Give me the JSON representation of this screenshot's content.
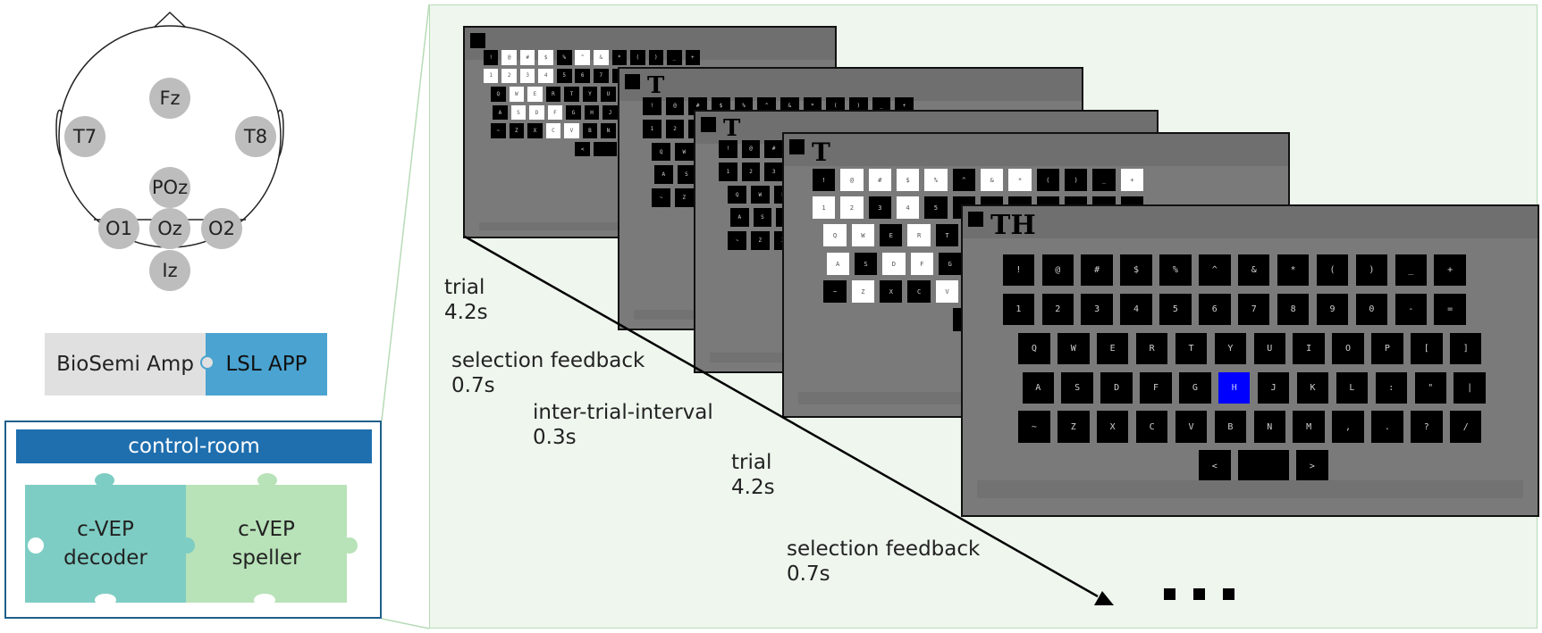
{
  "montage": {
    "electrodes": [
      {
        "label": "Fz"
      },
      {
        "label": "T7"
      },
      {
        "label": "T8"
      },
      {
        "label": "POz"
      },
      {
        "label": "O1"
      },
      {
        "label": "Oz"
      },
      {
        "label": "O2"
      },
      {
        "label": "Iz"
      }
    ]
  },
  "hardware": {
    "amplifier": "BioSemi Amp",
    "lsl": "LSL APP"
  },
  "control_room": {
    "title": "control-room",
    "decoder_line1": "c-VEP",
    "decoder_line2": "decoder",
    "speller_line1": "c-VEP",
    "speller_line2": "speller"
  },
  "timeline": {
    "events": [
      {
        "label": "trial",
        "duration": "4.2s"
      },
      {
        "label": "selection feedback",
        "duration": "0.7s"
      },
      {
        "label": "inter-trial-interval",
        "duration": "0.3s"
      },
      {
        "label": "trial",
        "duration": "4.2s"
      },
      {
        "label": "selection feedback",
        "duration": "0.7s"
      }
    ]
  },
  "screens": [
    {
      "text": ""
    },
    {
      "text": "T"
    },
    {
      "text": "T"
    },
    {
      "text": "T"
    },
    {
      "text": "TH"
    }
  ],
  "keyboard": {
    "rows": [
      [
        "!",
        "@",
        "#",
        "$",
        "%",
        "^",
        "&",
        "*",
        "(",
        ")",
        "_",
        "+"
      ],
      [
        "1",
        "2",
        "3",
        "4",
        "5",
        "6",
        "7",
        "8",
        "9",
        "0",
        "-",
        "="
      ],
      [
        "Q",
        "W",
        "E",
        "R",
        "T",
        "Y",
        "U",
        "I",
        "O",
        "P",
        "[",
        "]"
      ],
      [
        "A",
        "S",
        "D",
        "F",
        "G",
        "H",
        "J",
        "K",
        "L",
        ":",
        "\"",
        "|"
      ],
      [
        "~",
        "Z",
        "X",
        "C",
        "V",
        "B",
        "N",
        "M",
        ",",
        ".",
        "?",
        "/"
      ],
      [
        "<",
        "",
        ">"
      ]
    ],
    "highlighted_key": "H",
    "highlight_color": "#0000ff"
  },
  "colors": {
    "lsl": "#4aa3d0",
    "control_room_title": "#1f6faf",
    "decoder": "#7ecdc4",
    "speller": "#b8e2b8",
    "panel": "#eef6ee",
    "screen": "#7a7a7a"
  }
}
